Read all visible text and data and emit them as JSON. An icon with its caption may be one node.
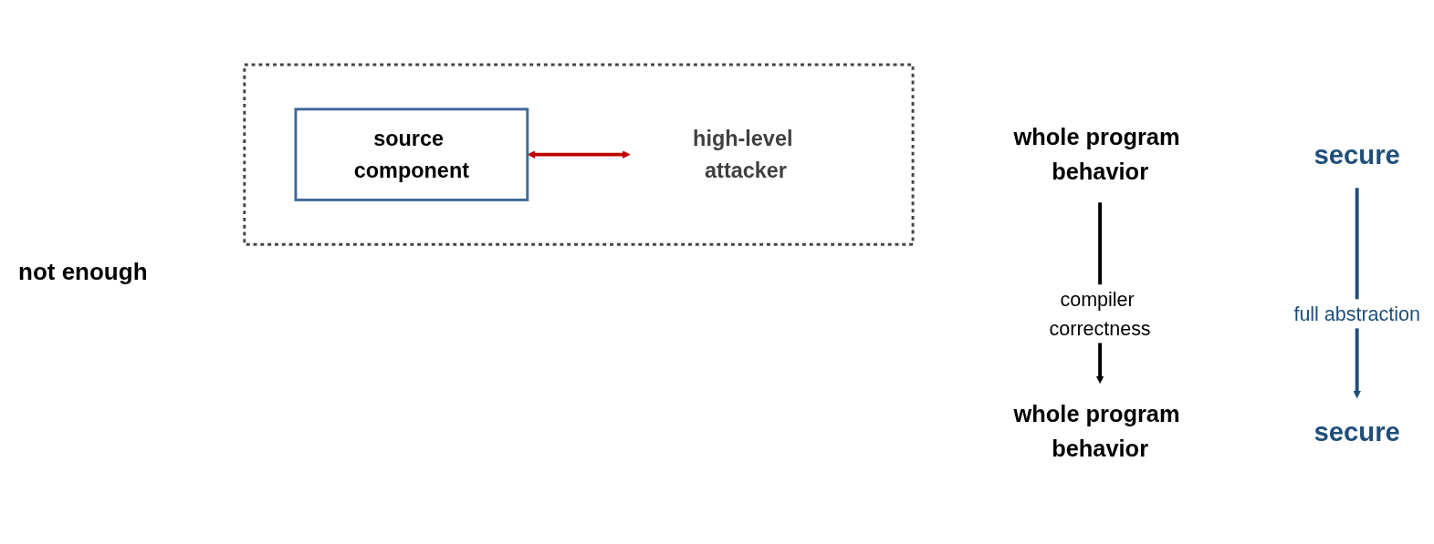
{
  "diagram": {
    "nodes": [
      {
        "text": [
          "whole program behavior"
        ]
      },
      {
        "text": [
          "whole program behavior"
        ]
      },
      {
        "text": [],
        "shape": "box"
      },
      {
        "text": [
          "source component"
        ],
        "in": 2
      },
      {
        "text": [
          "high-level attacker"
        ],
        "in": 2
      },
      {
        "text": [
          "secure"
        ]
      },
      {
        "text": [
          "secure"
        ]
      }
    ],
    "edges": [
      {
        "from": 0,
        "to": 1,
        "arrow": "to",
        "label": "compiler correctness"
      },
      {
        "from": 3,
        "to": 4,
        "arrow": "both",
        "color": "#c00000"
      },
      {
        "from": 5,
        "to": 6,
        "arrow": "to",
        "label": "full abstraction",
        "color": "#1f4e79"
      }
    ],
    "labels": [
      "not enough"
    ]
  }
}
